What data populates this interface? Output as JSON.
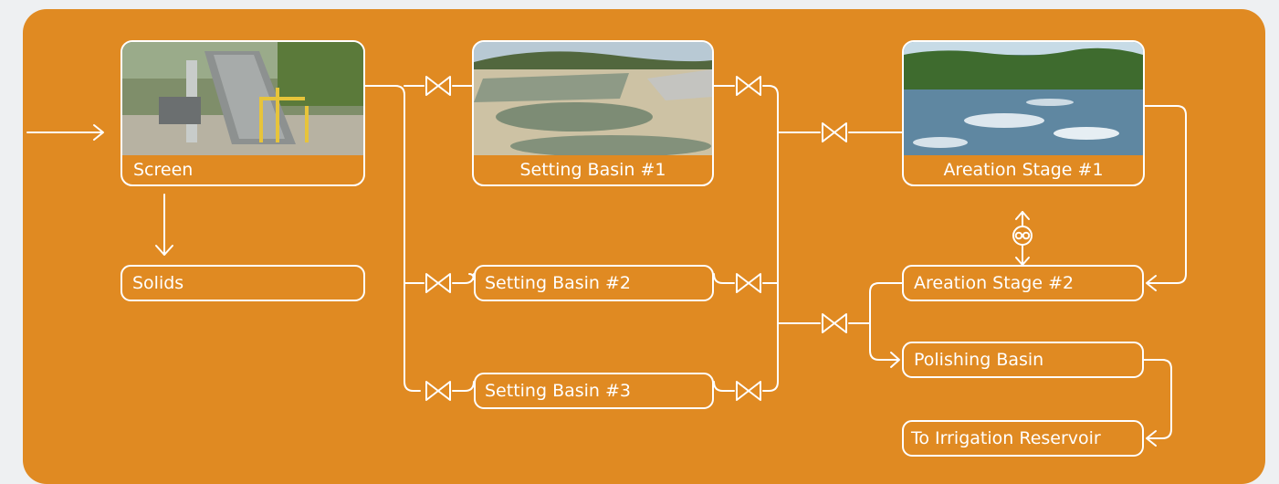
{
  "colors": {
    "panel": "#e08a22",
    "line": "#ffffff",
    "background": "#eef0f2"
  },
  "cards": {
    "screen": {
      "label": "Screen",
      "image": "screen-machinery-photo"
    },
    "setting_basin_1": {
      "label": "Setting Basin #1",
      "image": "settling-ponds-photo"
    },
    "aeration_1": {
      "label": "Areation Stage #1",
      "image": "aeration-lagoon-photo"
    }
  },
  "stages": {
    "solids": "Solids",
    "setting_basin_2": "Setting Basin #2",
    "setting_basin_3": "Setting Basin #3",
    "aeration_2": "Areation Stage #2",
    "polishing": "Polishing Basin",
    "irrigation": "To Irrigation Reservoir"
  },
  "icons": {
    "valve": "bowtie-valve-icon",
    "pump": "pump-icon",
    "arrow": "arrow-icon"
  }
}
